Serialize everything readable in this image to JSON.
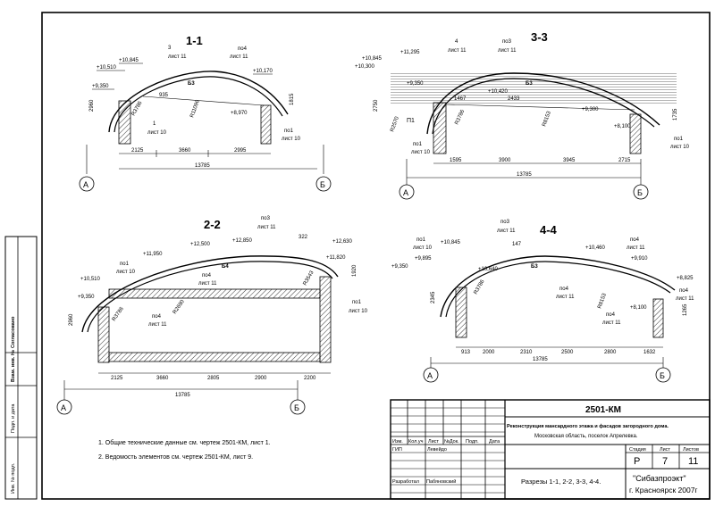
{
  "sections": {
    "s11": {
      "title": "1-1",
      "marks": {
        "m10845": "+10,845",
        "m10510": "+10,510",
        "m10170": "+10,170",
        "m9350": "+9,350",
        "m8970": "+8,970"
      },
      "dims": {
        "d2125": "2125",
        "d3660": "3660",
        "d2995": "2995",
        "d13785": "13785",
        "d935": "935",
        "d1815": "1815",
        "d2960": "2960"
      },
      "labels": {
        "b3": "Б3",
        "r3786": "R3786",
        "r11096": "R11096",
        "no4": "по4",
        "list11a": "лист 11",
        "three": "3",
        "list11b": "лист 11",
        "one": "1",
        "list10a": "лист 10",
        "no1": "по1",
        "list10b": "лист 10"
      },
      "axes": {
        "a": "А",
        "b": "Б"
      }
    },
    "s33": {
      "title": "3-3",
      "marks": {
        "m11295": "+11,295",
        "m10845": "+10,845",
        "m10300": "+10,300",
        "m9350": "+9,350",
        "m10420": "+10,420",
        "m9300": "+9,300",
        "m8100": "+8,100"
      },
      "dims": {
        "d1595": "1595",
        "d3900": "3900",
        "d3945": "3945",
        "d2715": "2715",
        "d13785": "13785",
        "d1467": "1467",
        "d2433": "2433",
        "d2750": "2750",
        "d1735": "1735"
      },
      "labels": {
        "four": "4",
        "list11a": "лист 11",
        "no3": "по3",
        "list11b": "лист 11",
        "b3": "Б3",
        "p1": "П1",
        "r2570": "R2570",
        "r3786": "R3786",
        "r8153": "R8153",
        "no1a": "по1",
        "list10a": "лист 10",
        "no1b": "по1",
        "list10b": "лист 10"
      },
      "axes": {
        "a": "А",
        "b": "Б"
      }
    },
    "s22": {
      "title": "2-2",
      "marks": {
        "m12850": "+12,850",
        "m12500": "+12,500",
        "m12630": "+12,630",
        "m11950": "+11,950",
        "m11820": "+11,820",
        "m10510": "+10,510",
        "m9350": "+9,350"
      },
      "dims": {
        "d2125": "2125",
        "d3660": "3660",
        "d2805": "2805",
        "d2900": "2900",
        "d2200": "2200",
        "d13785": "13785",
        "d2960": "2960",
        "d322": "322",
        "d1920": "1920"
      },
      "labels": {
        "no3": "по3",
        "list11a": "лист 11",
        "no1a": "по1",
        "list10a": "лист 10",
        "b4": "Б4",
        "no4a": "по4",
        "list11b": "лист 11",
        "no4b": "по4",
        "list11c": "лист 11",
        "r3786": "R3786",
        "r2690": "R2690",
        "r3543": "R3543",
        "no1b": "по1",
        "list10b": "лист 10"
      },
      "axes": {
        "a": "А",
        "b": "Б"
      }
    },
    "s44": {
      "title": "4-4",
      "marks": {
        "m10845": "+10,845",
        "m9895": "+9,895",
        "m9350": "+9,350",
        "m10640": "+10,640",
        "m10460": "+10,460",
        "m9910": "+9,910",
        "m8825": "+8,825",
        "m8100": "+8,100"
      },
      "dims": {
        "d913": "913",
        "d2000": "2000",
        "d2310": "2310",
        "d2500": "2500",
        "d2800": "2800",
        "d1632": "1632",
        "d13785": "13785",
        "d2345": "2345",
        "d1265": "1265",
        "d147": "147"
      },
      "labels": {
        "no1a": "по1",
        "list10a": "лист 10",
        "no3": "по3",
        "list11a": "лист 11",
        "b3": "Б3",
        "no4a": "по4",
        "list11b": "лист 11",
        "no4b": "по4",
        "list11c": "лист 11",
        "no4c": "по4",
        "list11d": "лист 11",
        "no4d": "по4",
        "list11e": "лист 11",
        "r3786": "R3786",
        "r8153": "R8153"
      },
      "axes": {
        "a": "А",
        "b": "Б"
      }
    }
  },
  "notes": [
    "1. Общие технические данные см. чертеж 2501-КМ, лист 1.",
    "2. Ведомость элементов см. чертеж 2501-КМ, лист 9."
  ],
  "side_stamp": {
    "agreed": "Согласовано",
    "inv": "Взам. инв. №",
    "sign_date": "Подп. и дата",
    "inv_orig": "Инв. № подл."
  },
  "title_block": {
    "code": "2501-КМ",
    "project_line1": "Реконструкция мансардного этажа и фасадов загородного дома.",
    "project_line2": "Московская область, поселок Апрелевка.",
    "col_izm": "Изм.",
    "col_kol": "Кол.уч",
    "col_list": "Лист",
    "col_ndok": "№Док.",
    "col_podp": "Подп.",
    "col_data": "Дата",
    "gip": "ГИП",
    "gip_name": "Левейдо",
    "developed": "Разработал",
    "developer_name": "Пабяновский",
    "drawing_title": "Разрезы 1-1, 2-2, 3-3, 4-4.",
    "stage_label": "Стадия",
    "sheet_label": "Лист",
    "sheets_label": "Листов",
    "stage": "Р",
    "sheet": "7",
    "sheets": "11",
    "org1": "\"Сибазпроэкт\"",
    "org2": "г. Красноярск 2007г"
  }
}
